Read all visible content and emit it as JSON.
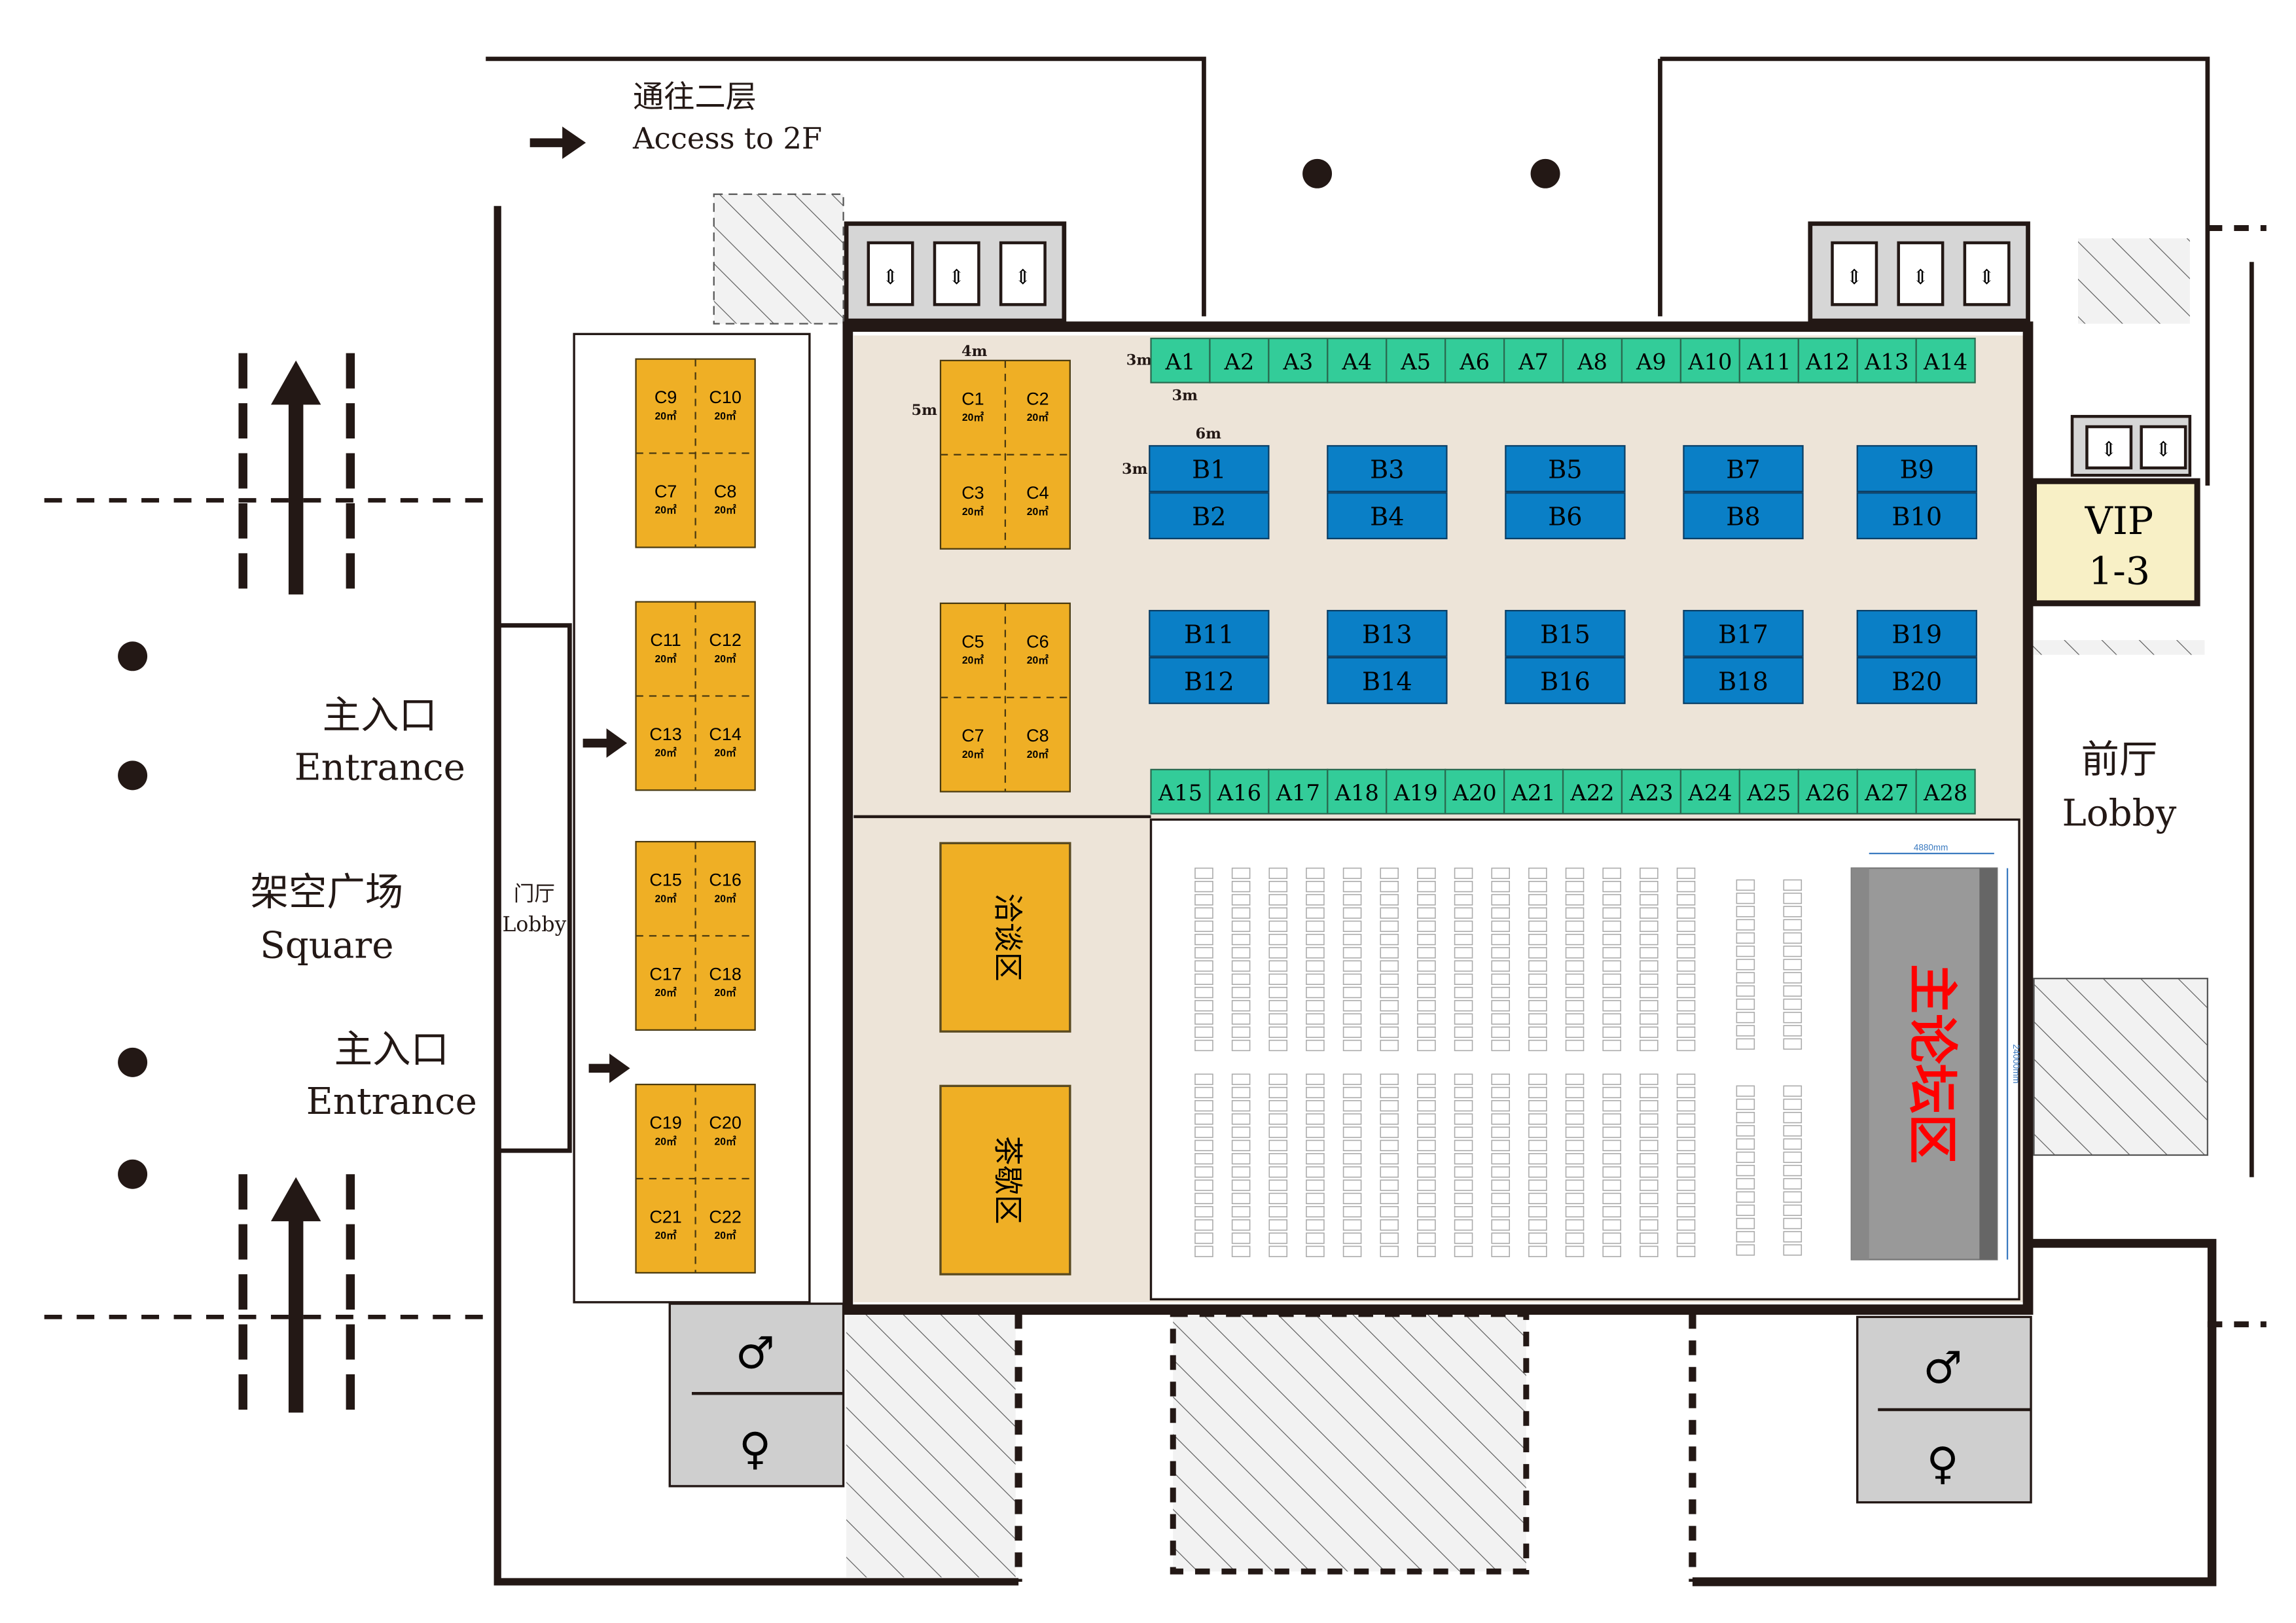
{
  "labels": {
    "access_cn": "通往二层",
    "access_en": "Access to 2F",
    "entrance1_cn": "主入口",
    "entrance1_en": "Entrance",
    "entrance2_cn": "主入口",
    "entrance2_en": "Entrance",
    "square_cn": "架空广场",
    "square_en": "Square",
    "lobby_small_cn": "门厅",
    "lobby_small_en": "Lobby",
    "lobby_cn": "前厅",
    "lobby_en": "Lobby",
    "vip_line1": "VIP",
    "vip_line2": "1-3",
    "negotiation_area": "洽谈区",
    "tea_break_area": "茶歇区",
    "main_forum": "主论坛区",
    "stage_width": "4880mm",
    "stage_length": "24000mm"
  },
  "dimensions": {
    "c_width": "4m",
    "c_depth": "5m",
    "a_depth": "3m",
    "a_width": "3m",
    "b_width": "6m",
    "b_depth": "3m"
  },
  "booth_area": "20㎡",
  "booths_a_top": [
    "A1",
    "A2",
    "A3",
    "A4",
    "A5",
    "A6",
    "A7",
    "A8",
    "A9",
    "A10",
    "A11",
    "A12",
    "A13",
    "A14"
  ],
  "booths_a_bottom": [
    "A15",
    "A16",
    "A17",
    "A18",
    "A19",
    "A20",
    "A21",
    "A22",
    "A23",
    "A24",
    "A25",
    "A26",
    "A27",
    "A28"
  ],
  "booths_b": [
    [
      "B1",
      "B2"
    ],
    [
      "B3",
      "B4"
    ],
    [
      "B5",
      "B6"
    ],
    [
      "B7",
      "B8"
    ],
    [
      "B9",
      "B10"
    ],
    [
      "B11",
      "B12"
    ],
    [
      "B13",
      "B14"
    ],
    [
      "B15",
      "B16"
    ],
    [
      "B17",
      "B18"
    ],
    [
      "B19",
      "B20"
    ]
  ],
  "booths_c_middle": [
    [
      "C1",
      "C2",
      "C3",
      "C4"
    ],
    [
      "C5",
      "C6",
      "C7",
      "C8"
    ]
  ],
  "booths_c_left": [
    [
      "C9",
      "C10",
      "C7",
      "C8"
    ],
    [
      "C11",
      "C12",
      "C13",
      "C14"
    ],
    [
      "C15",
      "C16",
      "C17",
      "C18"
    ],
    [
      "C19",
      "C20",
      "C21",
      "C22"
    ]
  ],
  "colors": {
    "a_booth": "#33cc99",
    "b_booth": "#0a7fc6",
    "c_booth": "#efaf25",
    "hall_floor": "#ede4d8",
    "vip": "#f8f0c6",
    "stage": "#999999",
    "forum_text": "#ff0000",
    "wall": "#231815"
  }
}
